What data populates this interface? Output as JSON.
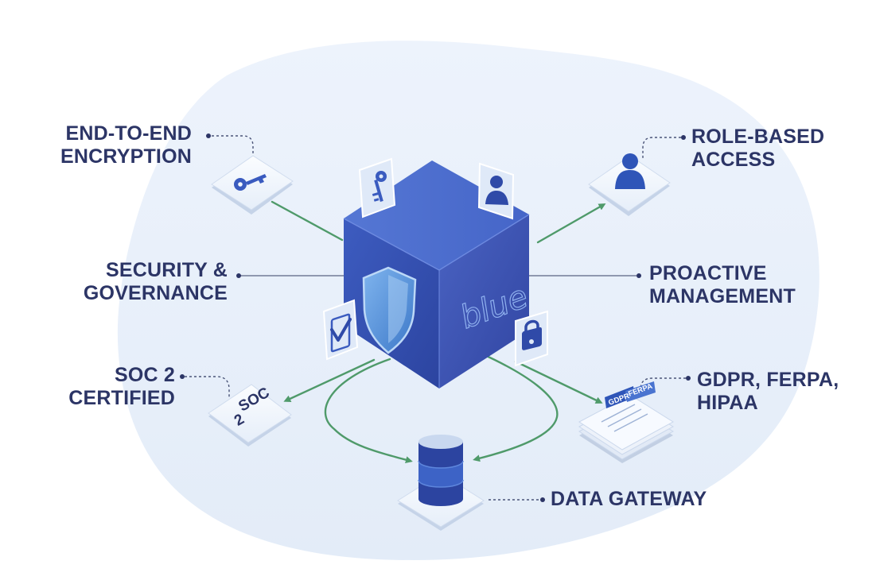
{
  "brand": {
    "cube_text": "blue"
  },
  "features": {
    "encryption": {
      "line1": "END-TO-END",
      "line2": "ENCRYPTION"
    },
    "role_access": {
      "line1": "ROLE-BASED",
      "line2": "ACCESS"
    },
    "security": {
      "line1": "SECURITY &",
      "line2": "GOVERNANCE"
    },
    "proactive": {
      "line1": "PROACTIVE",
      "line2": "MANAGEMENT"
    },
    "soc2": {
      "line1": "SOC 2",
      "line2": "CERTIFIED"
    },
    "compliance": {
      "line1": "GDPR, FERPA,",
      "line2": "HIPAA"
    },
    "gateway": {
      "line1": "DATA GATEWAY"
    }
  },
  "tiles": {
    "soc_line1": "SOC",
    "soc_line2": "2",
    "doc_tag1": "GDPR",
    "doc_tag2": "FERPA"
  },
  "icons": [
    "key-icon",
    "user-icon",
    "shield-icon",
    "checklist-icon",
    "lock-icon",
    "database-icon",
    "document-stack-icon",
    "soc2-badge-icon"
  ],
  "colors": {
    "text": "#2c3566",
    "cube_front": "#3553b6",
    "cube_top": "#4a6cd0",
    "cube_side": "#3348a8",
    "arrow": "#4f9a6a",
    "blob": "#e9f1fb"
  }
}
